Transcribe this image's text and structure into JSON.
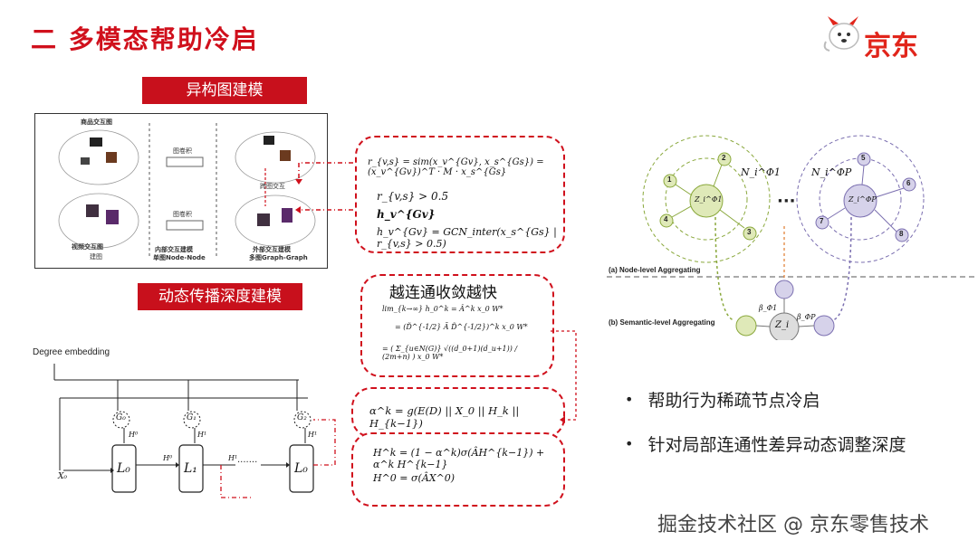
{
  "slide": {
    "title": "二 多模态帮助冷启",
    "logo_text": "京东"
  },
  "sections": {
    "hetero_label": "异构图建模",
    "dynamic_label": "动态传播深度建模"
  },
  "hetero_figure": {
    "product_graph": "商品交互图",
    "video_graph": "视频交互图",
    "base_graph": "建图",
    "conv1": "图卷积",
    "conv2": "图卷积",
    "cross_graph": "跨图交互",
    "inner_title": "内部交互建模",
    "inner_sub": "单图Node-Node",
    "outer_title": "外部交互建模",
    "outer_sub": "多图Graph-Graph"
  },
  "formula_box1": {
    "line1": "r_{v,s} = sim(x_v^{Gv}, x_s^{Gs}) = (x_v^{Gv})^T · M · x_s^{Gs}",
    "line2": "r_{v,s} > 0.5",
    "line3": "h_v^{Gv}",
    "line4": "h_v^{Gv} = GCN_inter(x_s^{Gs} | r_{v,s} > 0.5)"
  },
  "formula_box2": {
    "heading": "越连通收敛越快",
    "line1": "lim_{k→∞} h_0^k = Â^k x_0 W*",
    "line2": "= (D̃^{-1/2} Ã D̃^{-1/2})^k x_0 W*",
    "line3": "= ( Σ_{u∈N(G)} √((d_0+1)(d_u+1)) / (2m+n) ) x_0 W*"
  },
  "formula_box3": {
    "line1": "α^k = g(E(D) || X_0 || H_k || H_{k−1})"
  },
  "formula_box4": {
    "line1": "H^k = (1 − α^k)σ(ÂH^{k−1}) + α^k H^{k−1}",
    "line2": "H^0 = σ(ÂX^0)"
  },
  "gate_diagram": {
    "degree_embedding": "Degree embedding",
    "g0": "G₀",
    "g1": "G₁",
    "g2": "G₂",
    "l0": "L₀",
    "l1": "L₁",
    "l2": "L₀",
    "x0": "X₀",
    "h0a": "H⁰",
    "h0b": "H⁰",
    "h1a": "H¹",
    "h1b": "H¹",
    "h1c": "H¹",
    "dots": "·······"
  },
  "han_figure": {
    "node_level": "(a) Node-level Aggregating",
    "semantic_level": "(b) Semantic-level Aggregating",
    "n1": "1",
    "n2": "2",
    "n3": "3",
    "n4": "4",
    "n5": "5",
    "n6": "6",
    "n7": "7",
    "n8": "8",
    "zi": "Z_i",
    "zi_left": "Z_i^Φ1",
    "zi_right": "Z_i^ΦP",
    "neigh1": "N_i^Φ1",
    "neighP": "N_i^ΦP",
    "ellipsis": "···",
    "beta1": "β_Φ1",
    "betaP": "β_ΦP"
  },
  "bullets": [
    "帮助行为稀疏节点冷启",
    "针对局部连通性差异动态调整深度"
  ],
  "watermark": "掘金技术社区 @ 京东零售技术",
  "colors": {
    "accent_red": "#d0101c",
    "green": "#8aa83c",
    "purple": "#7b6fb0",
    "orange": "#e07a2c"
  }
}
